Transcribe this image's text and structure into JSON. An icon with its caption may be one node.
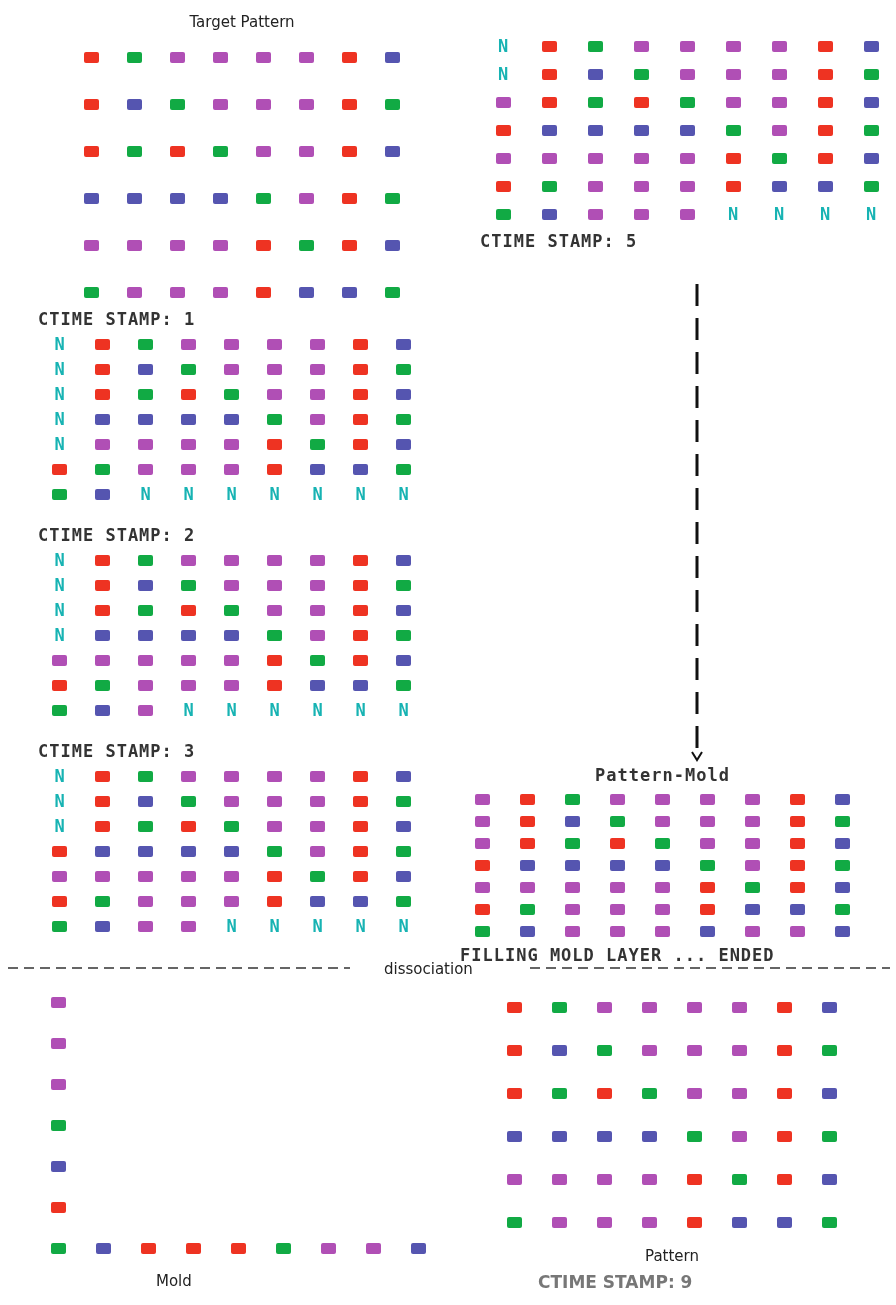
{
  "diagram": {
    "nodes": [
      {
        "text": [
          "Target Pattern"
        ]
      },
      {
        "text": [
          "N",
          "N",
          "N",
          "N",
          "N",
          "N",
          "CTIME STAMP: 5"
        ]
      },
      {
        "text": [
          "CTIME STAMP: 1",
          "N",
          "N",
          "N",
          "N",
          "N",
          "N",
          "N",
          "N",
          "N",
          "N",
          "N",
          "N"
        ]
      },
      {
        "text": [
          "CTIME STAMP: 2",
          "N",
          "N",
          "N",
          "N",
          "N",
          "N",
          "N",
          "N",
          "N",
          "N"
        ]
      },
      {
        "text": [
          "CTIME STAMP: 3",
          "N",
          "N",
          "N",
          "N",
          "N",
          "N",
          "N",
          "N"
        ]
      },
      {
        "text": [
          "Pattern-Mold",
          "FILLING MOLD LAYER ... ENDED"
        ]
      },
      {
        "text": [
          "Mold"
        ]
      },
      {
        "text": [
          "Pattern"
        ]
      }
    ],
    "edges": [
      {
        "from": 1,
        "to": 5,
        "arrow": "to",
        "style": "dashed"
      }
    ],
    "labels": [
      "dissociation",
      "CTIME STAMP: 9"
    ]
  }
}
